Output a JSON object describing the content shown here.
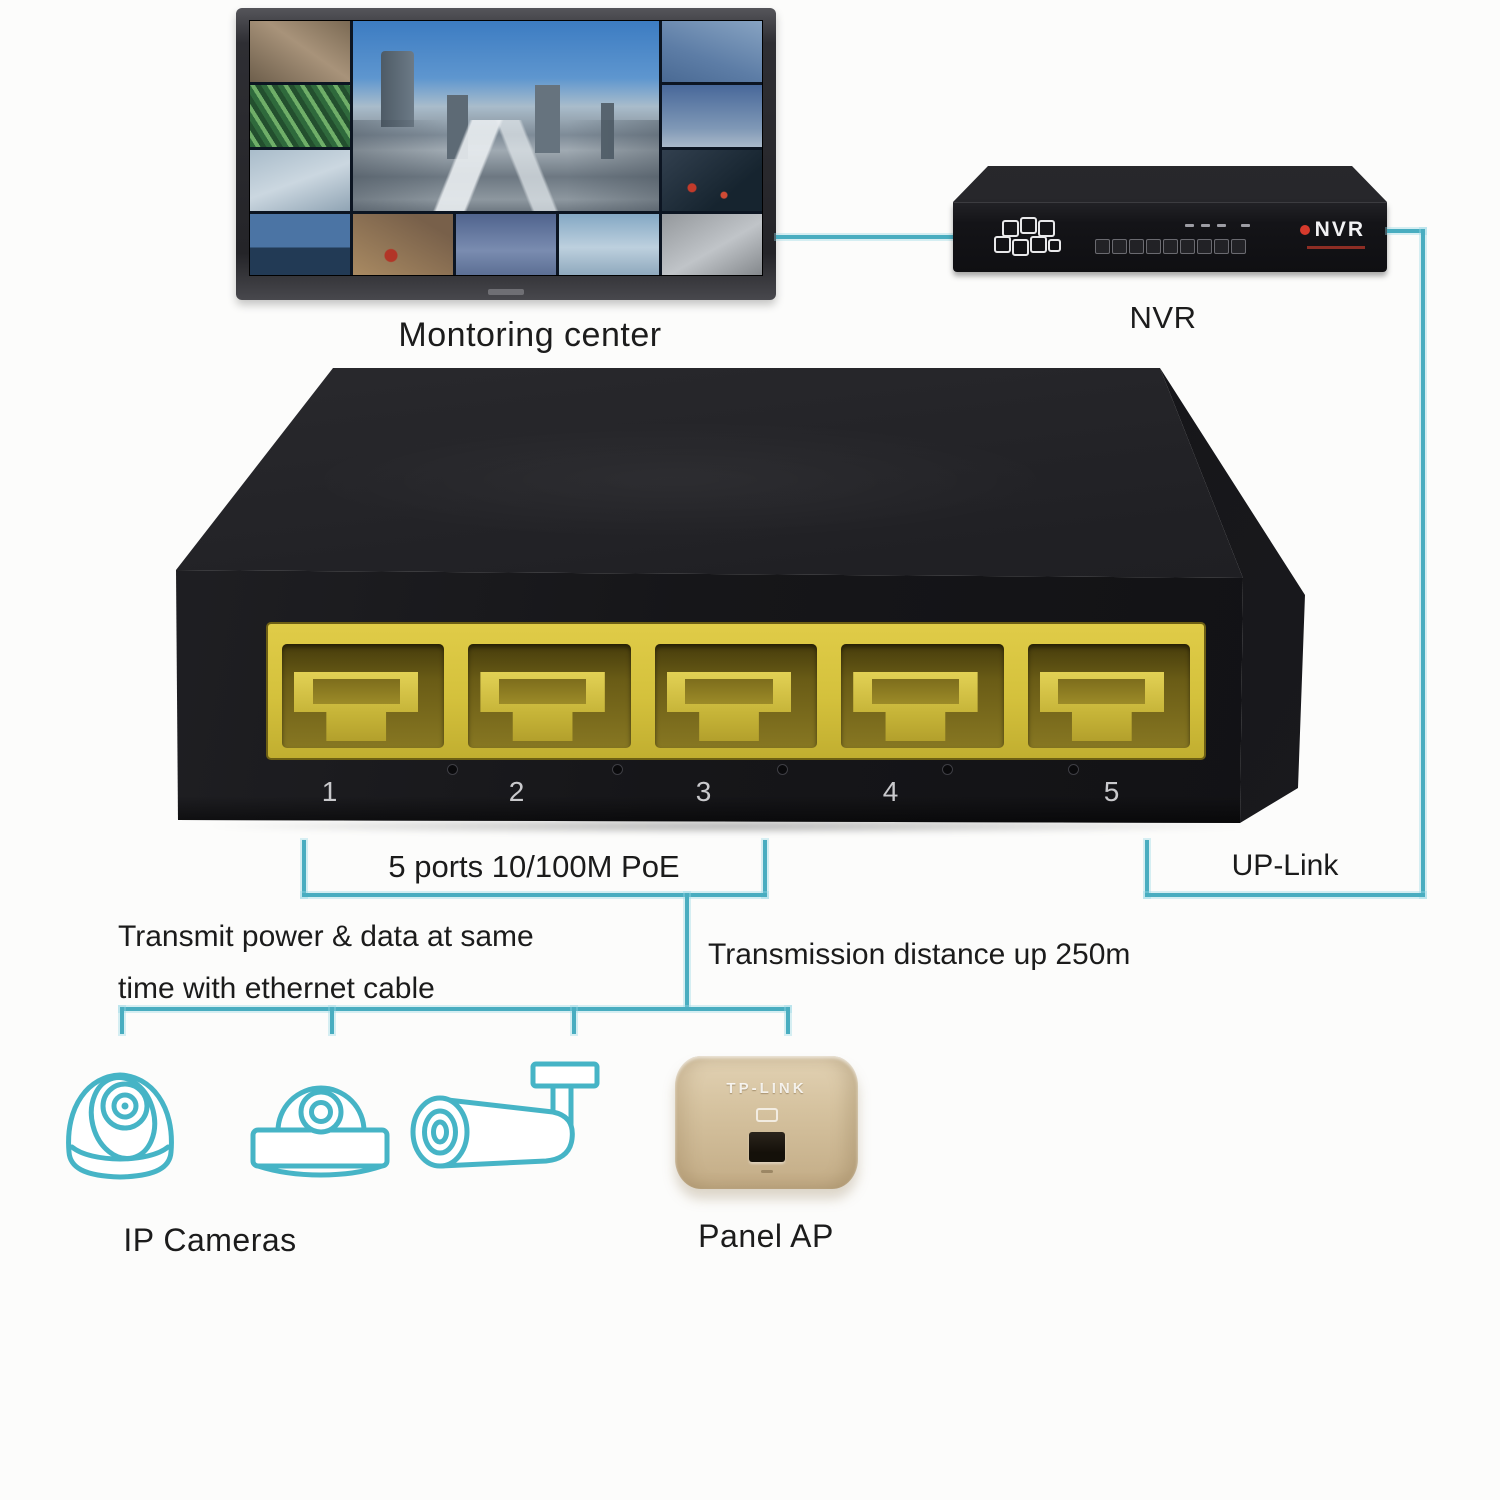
{
  "colors": {
    "line": "#49adc0",
    "port_yellow": "#d4c13c",
    "ap_gold": "#d6c3a0"
  },
  "monitoring_wall": {
    "caption": "Montoring center"
  },
  "nvr": {
    "caption": "NVR",
    "brand": "NVR"
  },
  "poe_switch": {
    "port_labels": [
      "1",
      "2",
      "3",
      "4",
      "5"
    ]
  },
  "callouts": {
    "poe_ports": "5 ports 10/100M PoE",
    "uplink": "UP-Link",
    "transmit_line1": "Transmit power & data at same",
    "transmit_line2": "time with ethernet cable",
    "distance": "Transmission distance up 250m"
  },
  "ip_cameras": {
    "caption": "IP Cameras"
  },
  "panel_ap": {
    "caption": "Panel AP",
    "brand": "TP-LINK"
  }
}
